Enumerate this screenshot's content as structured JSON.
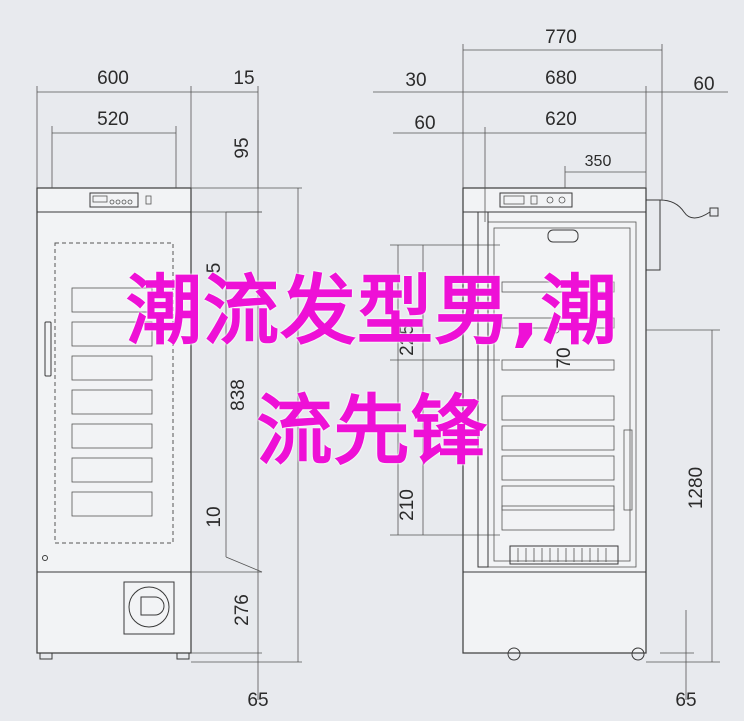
{
  "overlay_title": {
    "line1": "潮流发型男,潮",
    "line2": "流先锋"
  },
  "colors": {
    "title": "#ee10d6",
    "background": "#e8eaee",
    "line": "#3a3a3a"
  },
  "front_view": {
    "width": "600",
    "inner_width": "520",
    "side_gap": "15",
    "top_height": "95",
    "gap_small": "5",
    "drawer_section": "838",
    "bottom_gap": "10",
    "base_height": "276",
    "foot": "65"
  },
  "side_view": {
    "overall_depth": "770",
    "depth": "680",
    "front_offset": "30",
    "rear_offset": "60",
    "left_offset": "60",
    "inner_depth": "620",
    "cord_depth": "350",
    "shelf_pitch": "225",
    "shelf_gap": "70",
    "drawer_pitch": "210",
    "total_height": "1280",
    "foot": "65"
  }
}
